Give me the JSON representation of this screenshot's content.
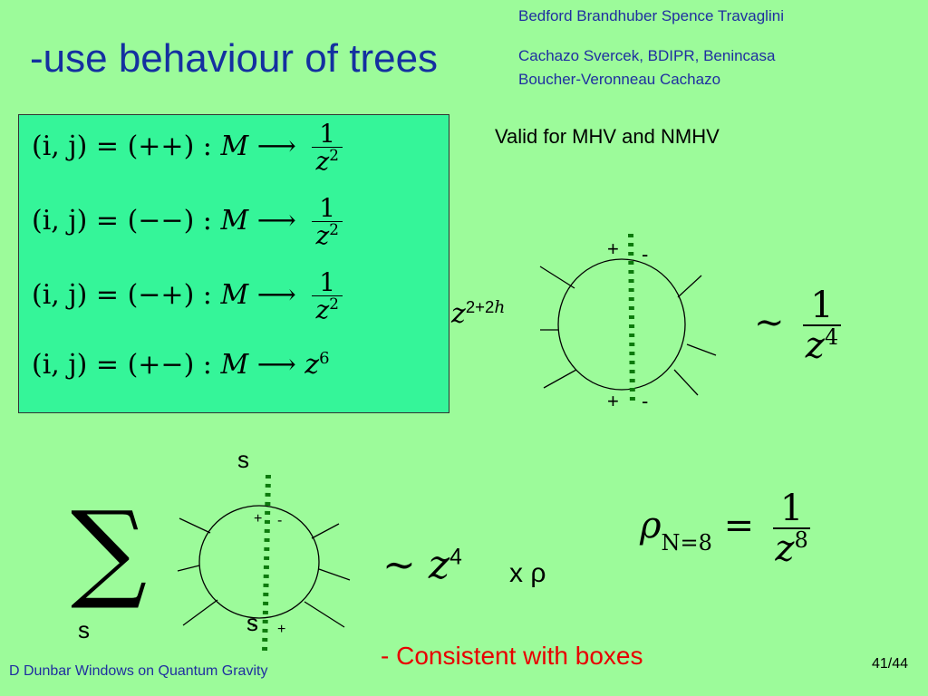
{
  "title": "-use behaviour of trees",
  "references": [
    "Bedford Brandhuber Spence Travaglini",
    "Cachazo Svercek, BDIPR, Benincasa",
    "Boucher-Veronneau Cachazo"
  ],
  "equations": [
    {
      "lhs": "(i, j) = (++) :",
      "M": "M",
      "arrow": "⟶",
      "num": "1",
      "den_base": "z",
      "den_exp": "2"
    },
    {
      "lhs": "(i, j) = (−−) :",
      "M": "M",
      "arrow": "⟶",
      "num": "1",
      "den_base": "z",
      "den_exp": "2"
    },
    {
      "lhs": "(i, j) = (−+) :",
      "M": "M",
      "arrow": "⟶",
      "num": "1",
      "den_base": "z",
      "den_exp": "2"
    },
    {
      "lhs": "(i, j) = (+−) :",
      "M": "M",
      "arrow": "⟶",
      "rhs_base": "z",
      "rhs_exp": "6"
    }
  ],
  "valid_note": "Valid for MHV and NMHV",
  "diagram1": {
    "sign_top_left": "+",
    "sign_top_right": "-",
    "sign_bottom_left": "+",
    "sign_bottom_right": "-",
    "z_base": "z",
    "z_exp_prefix": "2+2",
    "z_exp_var": "h"
  },
  "result1": {
    "tilde": "∼",
    "num": "1",
    "den_base": "z",
    "den_exp": "4"
  },
  "diagram2": {
    "sum_symbol": "∑",
    "sum_sub": "s",
    "top_s": "s",
    "bottom_s": "s",
    "sign_top_left": "+",
    "sign_top_right": "-",
    "sign_bottom_left": "-",
    "sign_bottom_right": "+"
  },
  "result2": {
    "tilde": "∼",
    "base": "z",
    "exp": "4",
    "times_rho": "x ρ"
  },
  "rho_eq": {
    "rho": "ρ",
    "sub": "N=8",
    "eq": "=",
    "num": "1",
    "den_base": "z",
    "den_exp": "8"
  },
  "consistent": "- Consistent with boxes",
  "footer": "D Dunbar Windows on Quantum Gravity",
  "page_number": "41/44",
  "colors": {
    "background": "#9cfb9a",
    "box": "#35f599",
    "title": "#1430a0",
    "cut": "#0c7a0c",
    "highlight": "#e80000"
  }
}
